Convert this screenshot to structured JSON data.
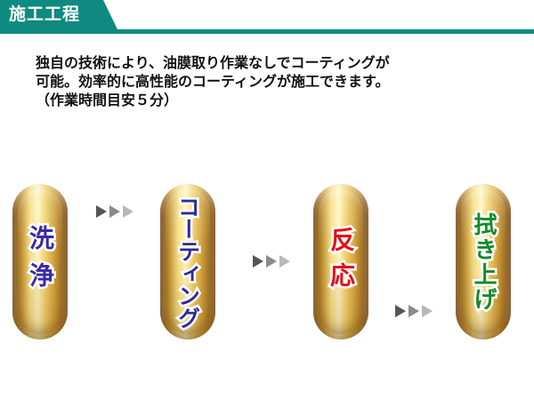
{
  "header": {
    "title": "施工工程"
  },
  "description": {
    "line1": "独自の技術により、油膜取り作業なしでコーティングが",
    "line2": "可能。効率的に高性能のコーティングが施工できます。",
    "line3": "（作業時間目安５分）"
  },
  "colors": {
    "header_accent": "#0f8a80",
    "step_wash": "#3a2aa8",
    "step_coating": "#2f2a9a",
    "step_reaction": "#e0121b",
    "step_wipe": "#138a2a",
    "arrow": "#555555"
  },
  "steps": [
    {
      "label": "洗浄"
    },
    {
      "label": "コーティング"
    },
    {
      "label": "反応"
    },
    {
      "label": "拭き上げ"
    }
  ],
  "icons": {
    "arrow": "triple-chevron-right-icon"
  }
}
